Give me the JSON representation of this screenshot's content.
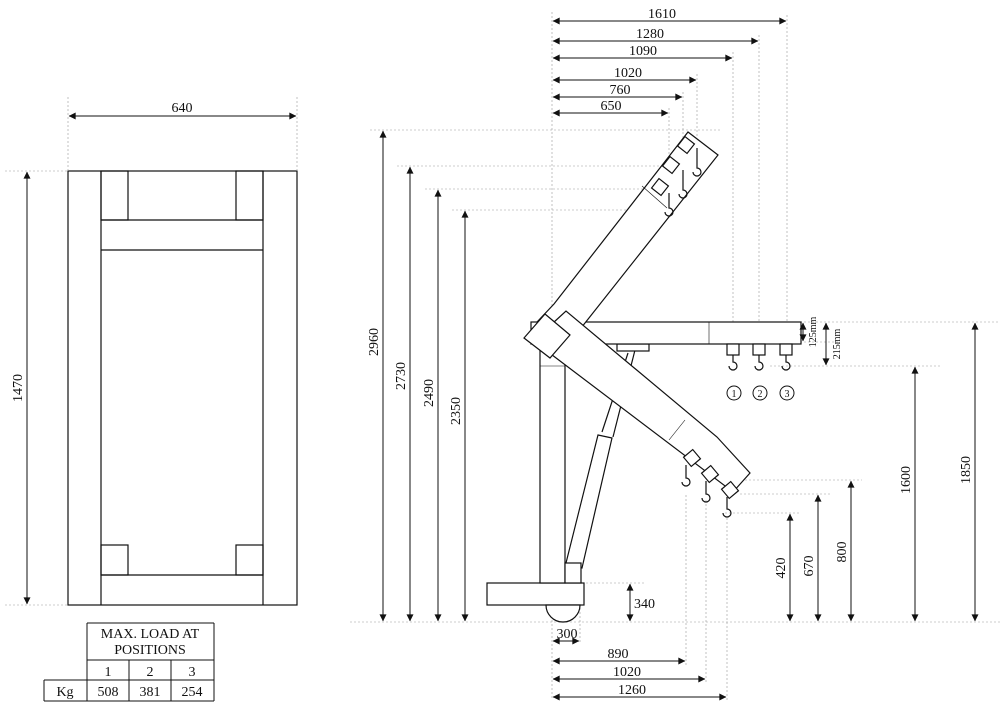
{
  "plan_view": {
    "width_dim": "640",
    "length_dim": "1470"
  },
  "elevation": {
    "top_reach_dims": [
      "1610",
      "1280",
      "1090",
      "1020",
      "760",
      "650"
    ],
    "left_height_dims": [
      "2960",
      "2730",
      "2490",
      "2350"
    ],
    "right_height_dims": [
      "1850",
      "1600",
      "800",
      "670",
      "420"
    ],
    "base_height_dim": "340",
    "hook_spacing_dims": [
      "125mm",
      "215mm"
    ],
    "hook_positions": [
      "1",
      "2",
      "3"
    ],
    "bottom_reach_dims": [
      "300",
      "890",
      "1020",
      "1260"
    ]
  },
  "load_table": {
    "title": "MAX. LOAD AT POSITIONS",
    "title_line1": "MAX. LOAD AT",
    "title_line2": "POSITIONS",
    "positions": [
      "1",
      "2",
      "3"
    ],
    "row_label": "Kg",
    "loads": [
      "508",
      "381",
      "254"
    ]
  }
}
